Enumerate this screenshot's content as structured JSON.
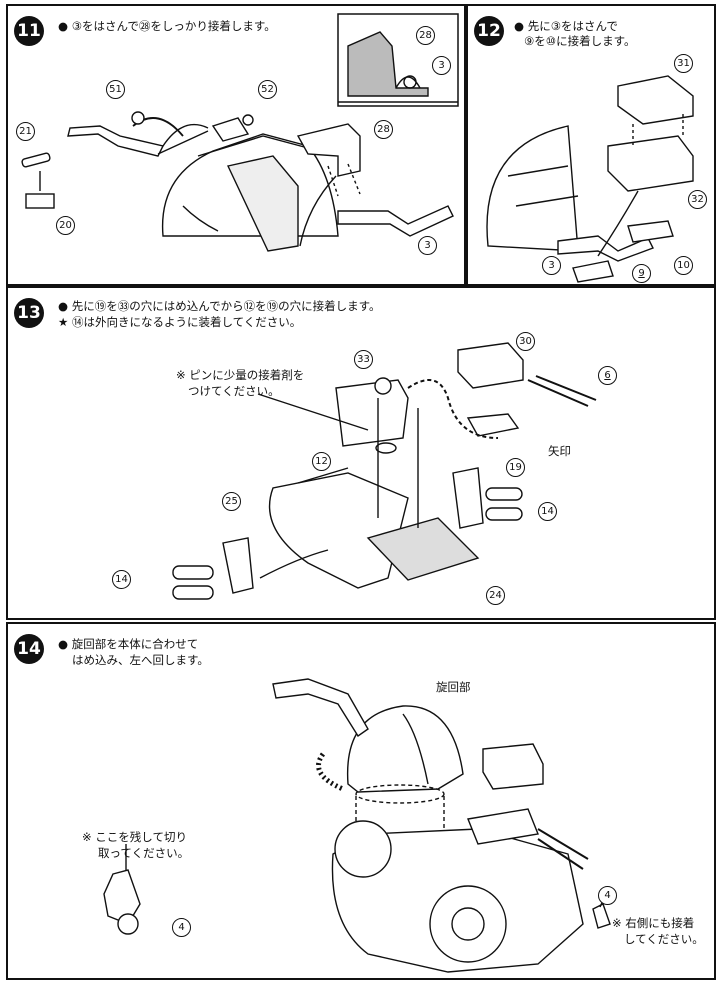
{
  "steps": [
    {
      "number": "11",
      "instruction": "● ③をはさんで㉘をしっかり接着します。",
      "parts": {
        "p51": "51",
        "p52": "52",
        "p21": "21",
        "p20": "20",
        "p28": "28",
        "p3": "3",
        "p28d": "28",
        "p3d": "3"
      }
    },
    {
      "number": "12",
      "instruction_line1": "● 先に③をはさんで",
      "instruction_line2": "⑨を⑩に接着します。",
      "parts": {
        "p31": "31",
        "p32": "32",
        "p3": "3",
        "p9": "9",
        "p10": "10"
      }
    },
    {
      "number": "13",
      "instruction_line1": "● 先に⑲を㉝の穴にはめ込んでから⑫を⑲の穴に接着します。",
      "instruction_line2": "★ ⑭は外向きになるように装着してください。",
      "note_line1": "※ ピンに少量の接着剤を",
      "note_line2": "つけてください。",
      "arrow_label": "矢印",
      "parts": {
        "p33": "33",
        "p30": "30",
        "p6": "6",
        "p12": "12",
        "p19": "19",
        "p25": "25",
        "p14a": "14",
        "p14b": "14",
        "p24": "24"
      }
    },
    {
      "number": "14",
      "instruction_line1": "● 旋回部を本体に合わせて",
      "instruction_line2": "はめ込み、左へ回します。",
      "turret_label": "旋回部",
      "note_line1": "※ ここを残して切り",
      "note_line2": "取ってください。",
      "right_note_line1": "※ 右側にも接着",
      "right_note_line2": "してください。",
      "parts": {
        "p4a": "4",
        "p4b": "4"
      }
    }
  ]
}
